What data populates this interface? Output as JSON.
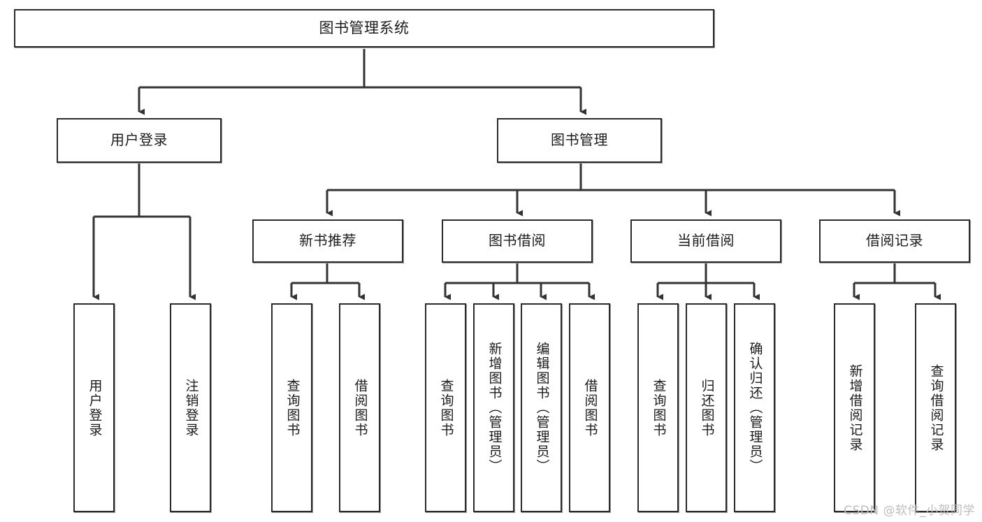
{
  "diagram": {
    "type": "tree-hierarchy-chart",
    "title": "图书管理系统",
    "watermark": "CSDN @软件_小贺同学",
    "colors": {
      "box_border": "#2b2b2b",
      "box_fill": "#ffffff",
      "connector": "#333333",
      "text": "#1b1b1b",
      "watermark": "#bdbdbd"
    },
    "nodes": {
      "root": {
        "label": "图书管理系统"
      },
      "level2": [
        {
          "id": "user-login",
          "label": "用户登录"
        },
        {
          "id": "book-manage",
          "label": "图书管理"
        }
      ],
      "level3": [
        {
          "id": "new-book-recommend",
          "label": "新书推荐"
        },
        {
          "id": "book-borrow",
          "label": "图书借阅"
        },
        {
          "id": "current-borrow",
          "label": "当前借阅"
        },
        {
          "id": "borrow-record",
          "label": "借阅记录"
        }
      ],
      "leaves": [
        {
          "id": "leaf-user-login",
          "label": "用户登录",
          "parent": "user-login"
        },
        {
          "id": "leaf-logout-login",
          "label": "注销登录",
          "parent": "user-login"
        },
        {
          "id": "leaf-query-book-1",
          "label": "查询图书",
          "parent": "new-book-recommend"
        },
        {
          "id": "leaf-borrow-book-1",
          "label": "借阅图书",
          "parent": "new-book-recommend"
        },
        {
          "id": "leaf-query-book-2",
          "label": "查询图书",
          "parent": "book-borrow"
        },
        {
          "id": "leaf-add-book",
          "label": "新增图书（管理员）",
          "parent": "book-borrow"
        },
        {
          "id": "leaf-edit-book",
          "label": "编辑图书（管理员）",
          "parent": "book-borrow"
        },
        {
          "id": "leaf-borrow-book-2",
          "label": "借阅图书",
          "parent": "book-borrow"
        },
        {
          "id": "leaf-query-book-3",
          "label": "查询图书",
          "parent": "current-borrow"
        },
        {
          "id": "leaf-return-book",
          "label": "归还图书",
          "parent": "current-borrow"
        },
        {
          "id": "leaf-confirm-return",
          "label": "确认归还（管理员）",
          "parent": "current-borrow"
        },
        {
          "id": "leaf-add-record",
          "label": "新增借阅记录",
          "parent": "borrow-record"
        },
        {
          "id": "leaf-query-record",
          "label": "查询借阅记录",
          "parent": "borrow-record"
        }
      ]
    }
  }
}
